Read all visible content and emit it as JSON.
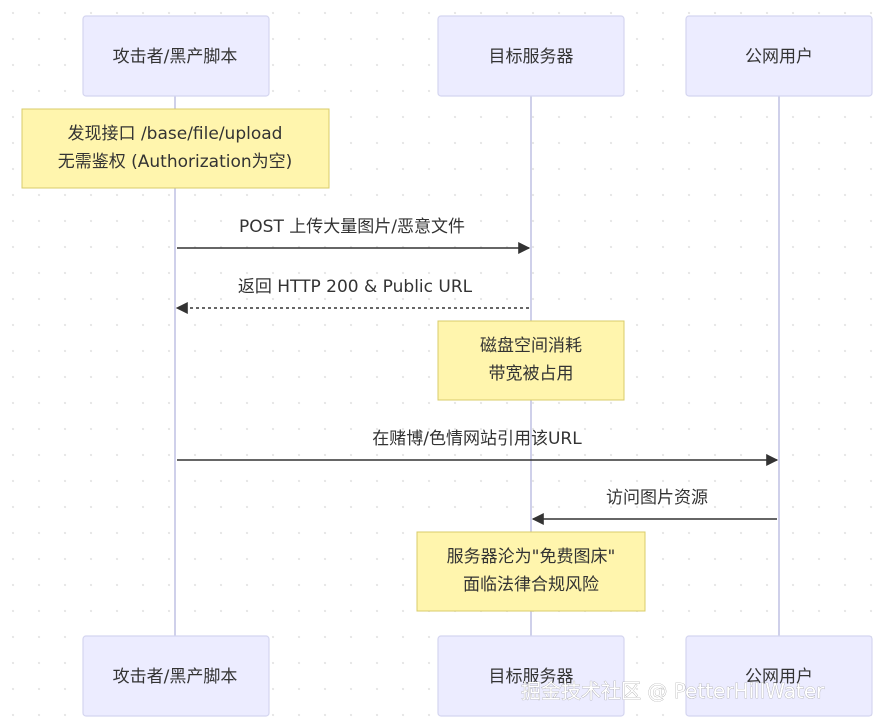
{
  "participants": [
    {
      "id": "attacker",
      "label": "攻击者/黑产脚本"
    },
    {
      "id": "server",
      "label": "目标服务器"
    },
    {
      "id": "user",
      "label": "公网用户"
    }
  ],
  "notes": [
    {
      "lines": [
        "发现接口 /base/file/upload",
        "无需鉴权 (Authorization为空)"
      ]
    },
    {
      "lines": [
        "磁盘空间消耗",
        "带宽被占用"
      ]
    },
    {
      "lines": [
        "服务器沦为\"免费图床\"",
        "面临法律合规风险"
      ]
    }
  ],
  "messages": [
    {
      "label": "POST 上传大量图片/恶意文件",
      "from": "attacker",
      "to": "server",
      "style": "solid"
    },
    {
      "label": "返回 HTTP 200 & Public URL",
      "from": "server",
      "to": "attacker",
      "style": "dashed"
    },
    {
      "label": "在赌博/色情网站引用该URL",
      "from": "attacker",
      "to": "user",
      "style": "solid"
    },
    {
      "label": "访问图片资源",
      "from": "user",
      "to": "server",
      "style": "solid"
    }
  ],
  "watermark": "掘金技术社区 @ PetterHillWater"
}
